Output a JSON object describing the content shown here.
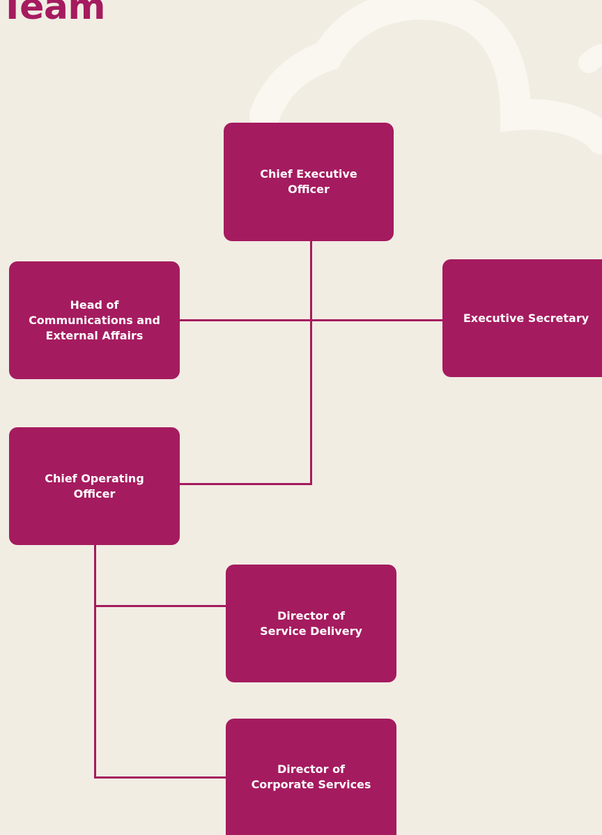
{
  "page": {
    "title": "Team",
    "accent_color": "#a51b5f",
    "background_color": "#f1ede3",
    "decoration_color": "#faf7f0"
  },
  "org_chart": {
    "ceo": {
      "lines": [
        "Chief Executive",
        "Officer"
      ]
    },
    "comms": {
      "lines": [
        "Head of",
        "Communications and",
        "External Affairs"
      ]
    },
    "secretary": {
      "lines": [
        "Executive Secretary"
      ]
    },
    "coo": {
      "lines": [
        "Chief Operating",
        "Officer"
      ]
    },
    "service_delivery": {
      "lines": [
        "Director of",
        "Service Delivery"
      ]
    },
    "corporate_services": {
      "lines": [
        "Director of",
        "Corporate Services"
      ]
    }
  }
}
